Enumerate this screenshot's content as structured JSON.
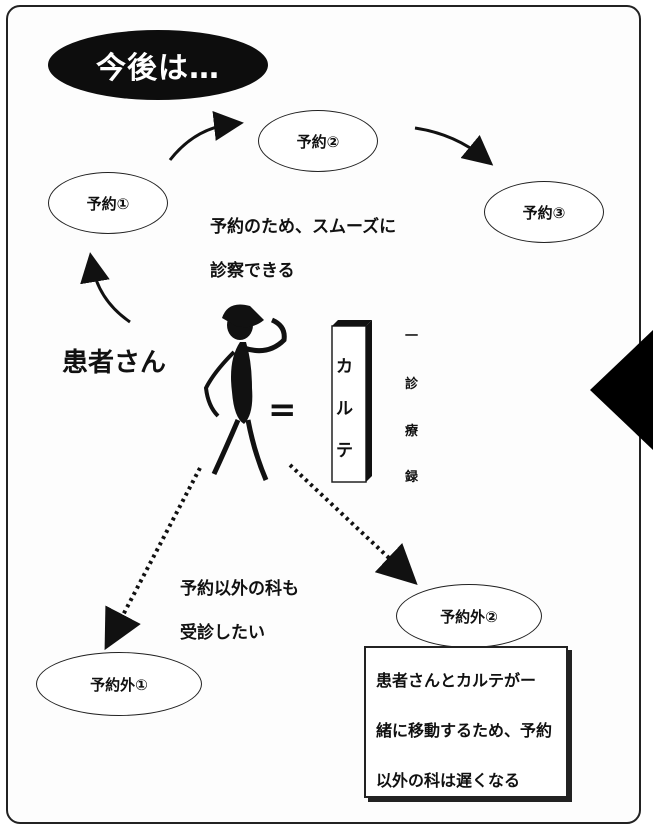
{
  "title": "今後は…",
  "ovals": {
    "yoyaku1": "予約①",
    "yoyaku2": "予約②",
    "yoyaku3": "予約③",
    "gai1": "予約外①",
    "gai2": "予約外②"
  },
  "smooth": {
    "line1": "予約のため、スムーズに",
    "line2": "診察できる"
  },
  "patient_label": "患者さん",
  "equals_sign": "=",
  "karte": {
    "k1": "カ",
    "k2": "ル",
    "k3": "テ"
  },
  "vertical": {
    "v0": "一",
    "v1": "診",
    "v2": "療",
    "v3": "録"
  },
  "other_dept": {
    "line1": "予約以外の科も",
    "line2": "受診したい"
  },
  "note": {
    "line1": "患者さんとカルテがー",
    "line2": "緒に移動するため、予約",
    "line3": "以外の科は遅くなる"
  }
}
